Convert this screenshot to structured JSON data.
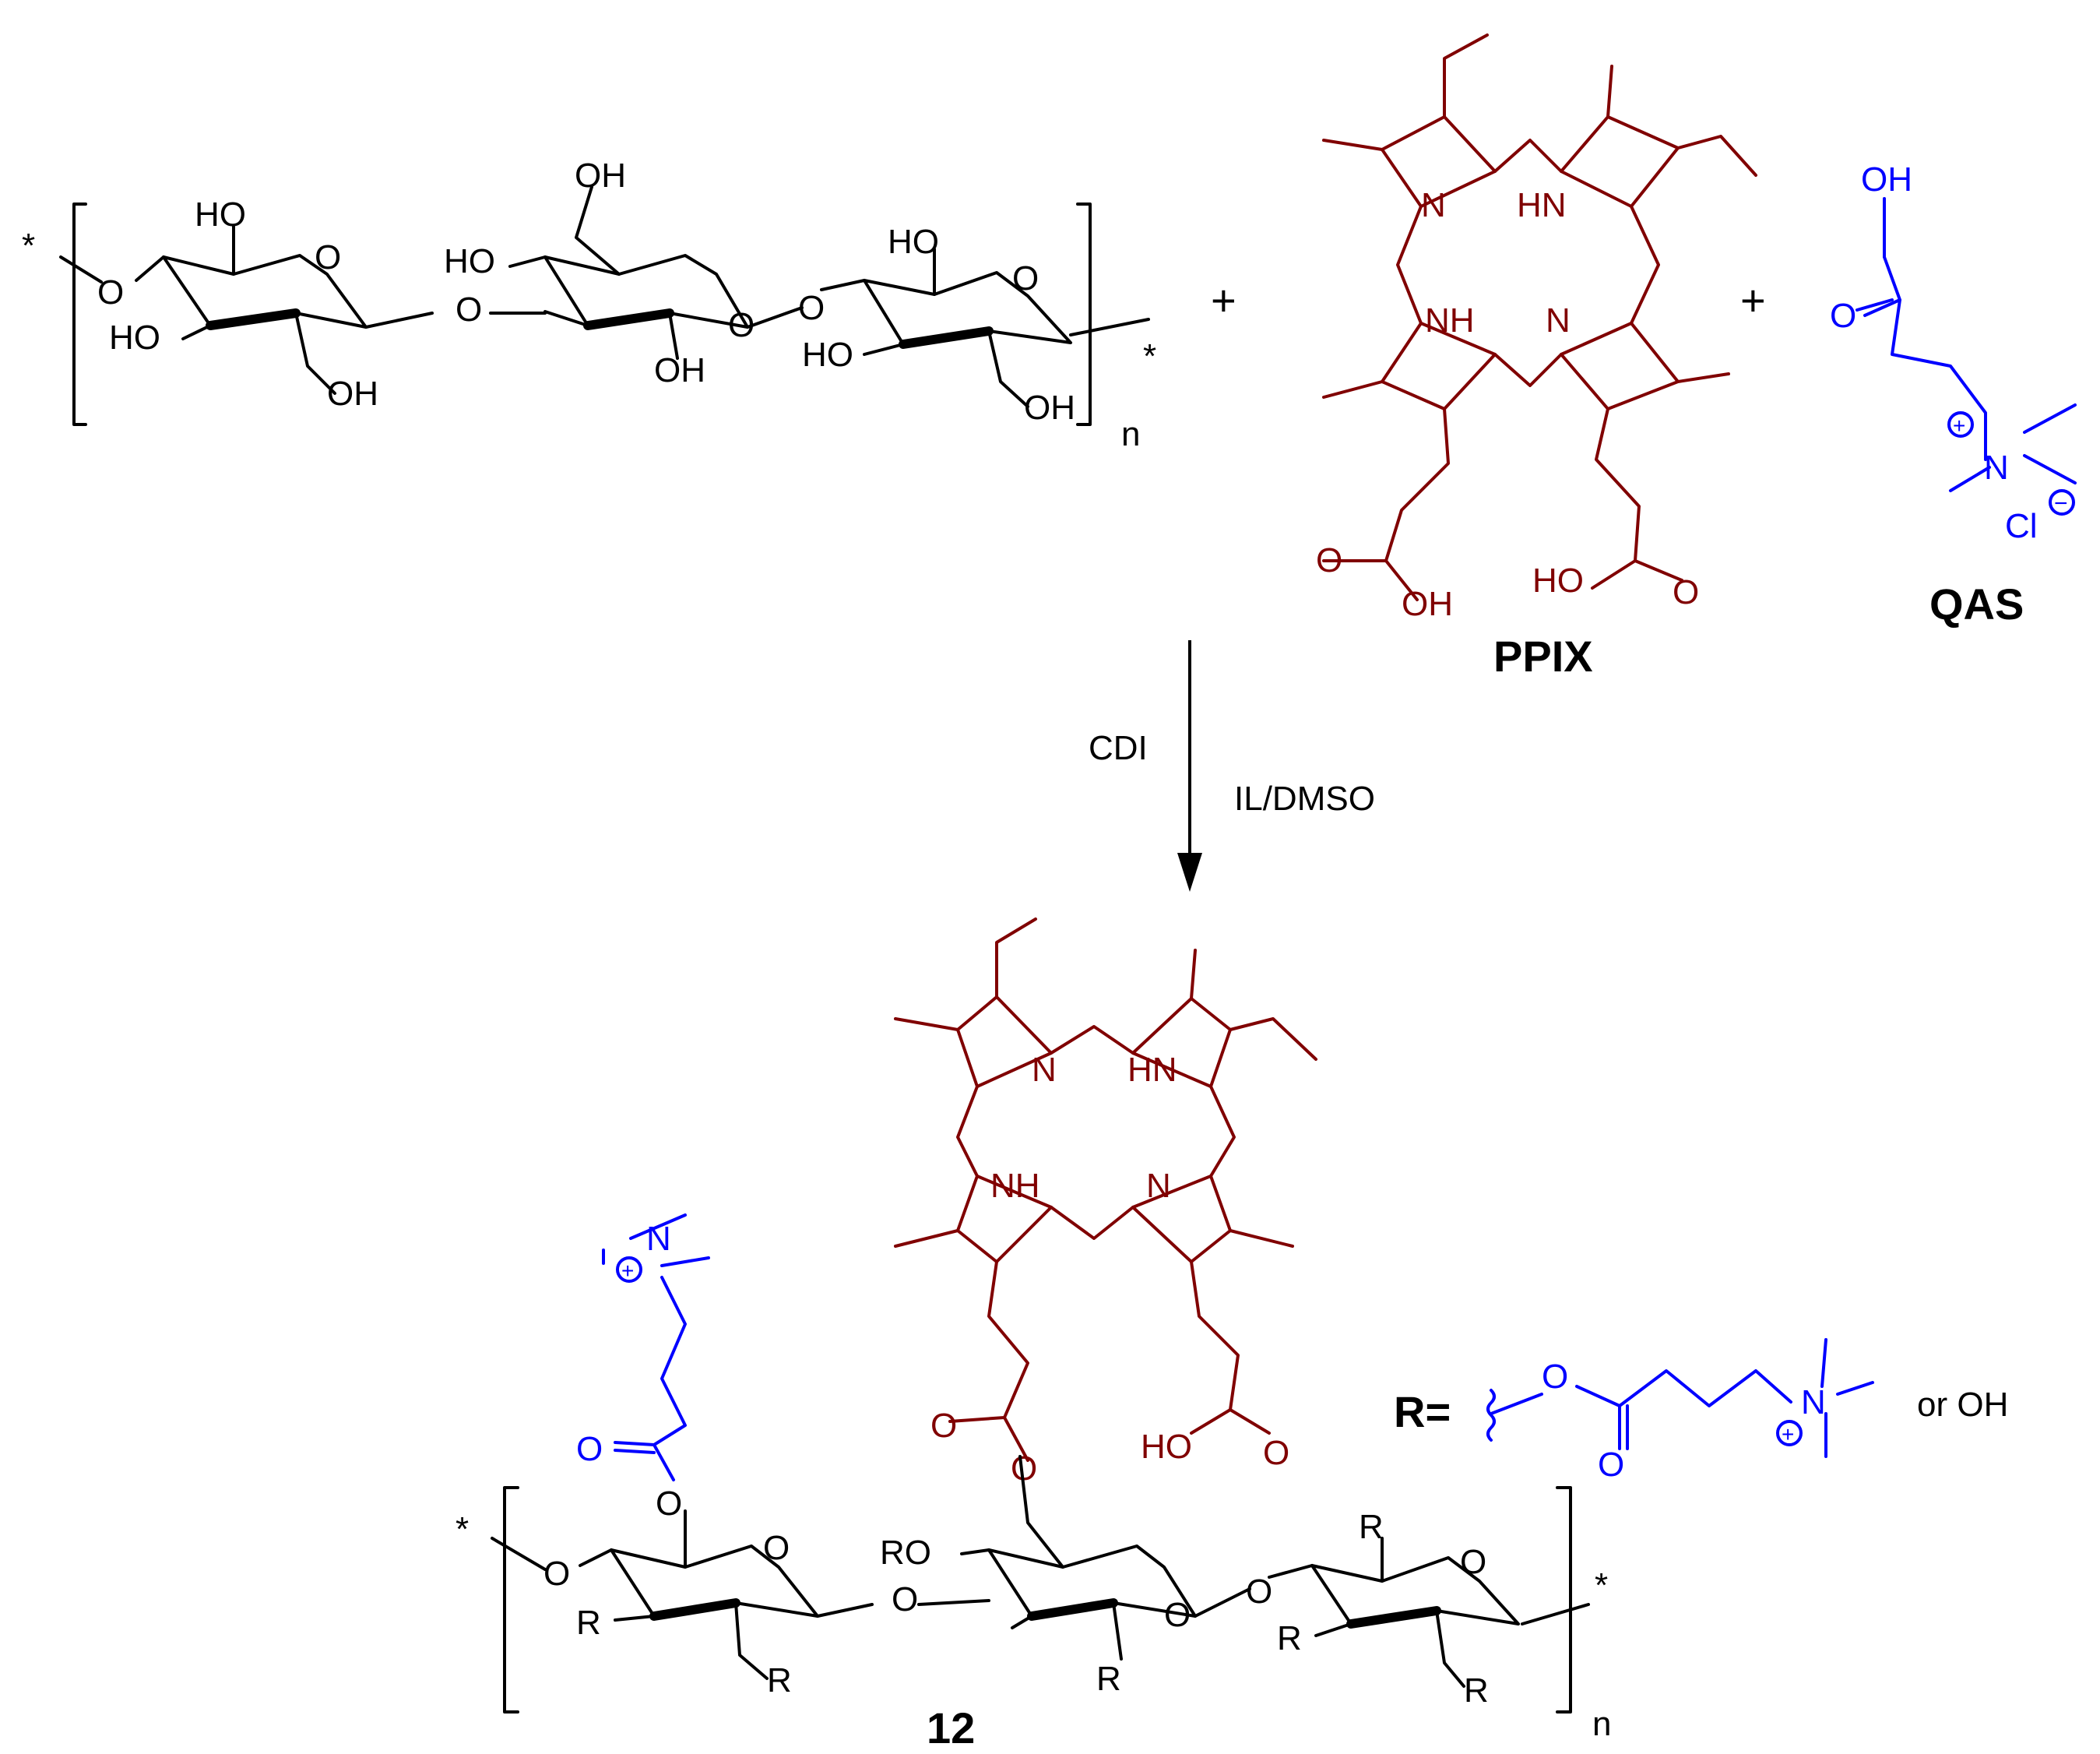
{
  "colors": {
    "cellulose": "#000000",
    "ppix": "#800000",
    "qas": "#0000ff"
  },
  "reactants": {
    "cellulose": {
      "end_star_left": "*",
      "end_star_right": "*",
      "repeat_subscript": "n",
      "atoms": {
        "o_left_link": "O",
        "ho_1": "HO",
        "o_ring_1": "O",
        "ho_2": "HO",
        "oh_1": "OH",
        "o_glyc_1": "O",
        "oh_top_2": "OH",
        "ho_3": "HO",
        "o_ring_2": "O",
        "oh_2": "OH",
        "o_glyc_2": "O",
        "ho_4": "HO",
        "o_ring_3": "O",
        "ho_5": "HO",
        "oh_3": "OH"
      }
    },
    "plus_1": "+",
    "plus_2": "+",
    "ppix": {
      "label": "PPIX",
      "n_1": "N",
      "hn_1": "HN",
      "nh_1": "NH",
      "n_2": "N",
      "o_1": "O",
      "oh_1": "OH",
      "ho_1": "HO",
      "o_2": "O"
    },
    "qas": {
      "label": "QAS",
      "oh": "OH",
      "o": "O",
      "plus_charge": "+",
      "n": "N",
      "cl": "Cl",
      "minus_charge": "−"
    }
  },
  "conditions": {
    "reagent": "CDI",
    "solvent": "IL/DMSO"
  },
  "product": {
    "label": "12",
    "end_star_left": "*",
    "end_star_right": "*",
    "repeat_subscript": "n",
    "ppix": {
      "n_1": "N",
      "hn_1": "HN",
      "nh_1": "NH",
      "n_2": "N",
      "o_ester": "O",
      "o_link": "O",
      "ho": "HO",
      "o_acid": "O"
    },
    "qas": {
      "plus_charge": "+",
      "n": "N",
      "o_carbonyl": "O",
      "o_link": "O"
    },
    "cellulose": {
      "o_left_link": "O",
      "r_1": "R",
      "o_ring_1": "O",
      "r_2": "R",
      "o_glyc_1": "O",
      "ro": "RO",
      "o_ring_2": "O",
      "r_3": "R",
      "o_glyc_2": "O",
      "r_4": "R",
      "o_ring_3": "O",
      "r_5": "R",
      "r_6": "R"
    },
    "r_definition": {
      "r_label": "R=",
      "o_link": "O",
      "o_carbonyl": "O",
      "plus_charge": "+",
      "n": "N",
      "or_text": "or OH"
    }
  }
}
